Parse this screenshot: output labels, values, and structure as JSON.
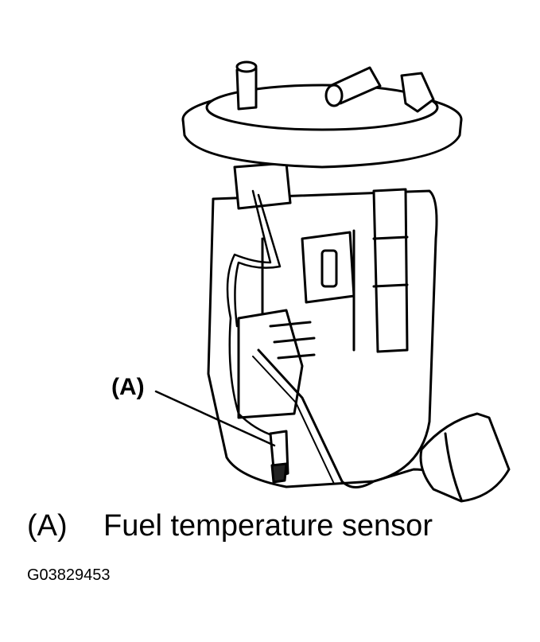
{
  "callout": {
    "label": "(A)"
  },
  "legend": {
    "key": "(A)",
    "description": "Fuel temperature sensor"
  },
  "figure_id": "G03829453"
}
